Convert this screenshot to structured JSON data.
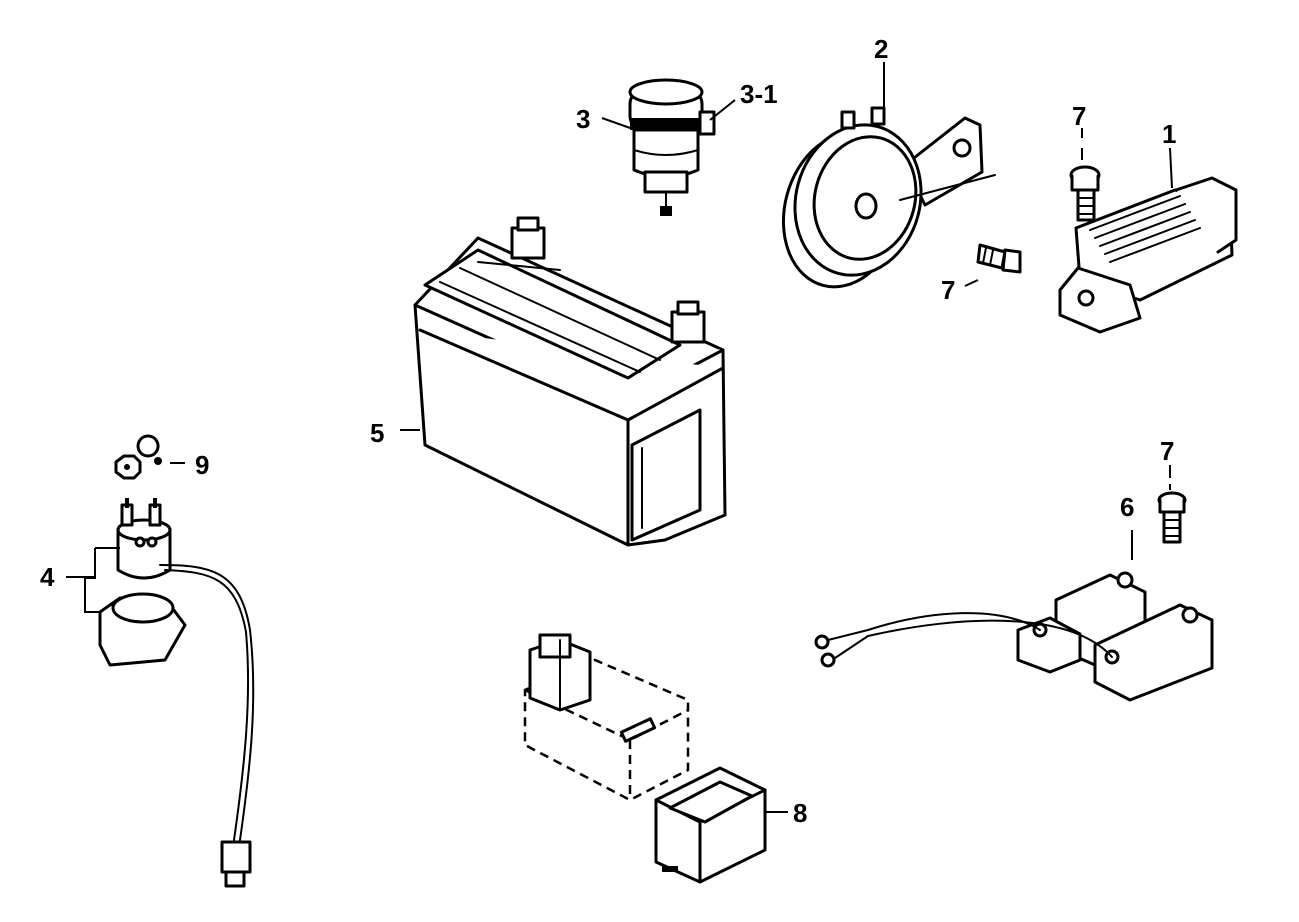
{
  "callouts": {
    "c1": "1",
    "c2": "2",
    "c3": "3",
    "c3_1": "3-1",
    "c4": "4",
    "c5": "5",
    "c6": "6",
    "c7a": "7",
    "c7b": "7",
    "c7c": "7",
    "c8": "8",
    "c9": "9"
  }
}
